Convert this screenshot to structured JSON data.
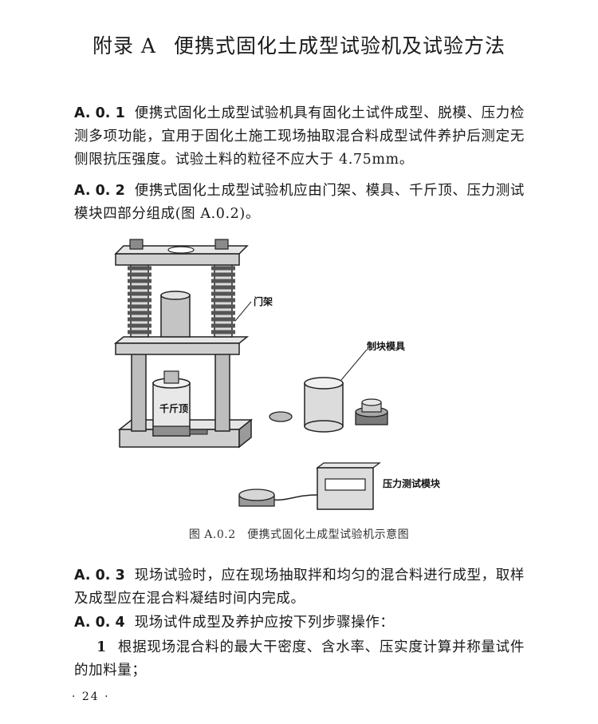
{
  "title": {
    "appendix": "附录 A",
    "text": "便携式固化土成型试验机及试验方法"
  },
  "clauses": [
    {
      "num": "A. 0. 1",
      "text": "便携式固化土成型试验机具有固化土试件成型、脱模、压力检测多项功能，宜用于固化土施工现场抽取混合料成型试件养护后测定无侧限抗压强度。试验土料的粒径不应大于 4.75mm。"
    },
    {
      "num": "A. 0. 2",
      "text": "便携式固化土成型试验机应由门架、模具、千斤顶、压力测试模块四部分组成(图 A.0.2)。"
    },
    {
      "num": "A. 0. 3",
      "text": "现场试验时，应在现场抽取拌和均匀的混合料进行成型，取样及成型应在混合料凝结时间内完成。"
    },
    {
      "num": "A. 0. 4",
      "text": "现场试件成型及养护应按下列步骤操作："
    }
  ],
  "step1": {
    "num": "1",
    "text": "根据现场混合料的最大干密度、含水率、压实度计算并称量试件的加料量；"
  },
  "figure": {
    "labels": {
      "frame": "门架",
      "jack": "千斤顶",
      "mold": "制块模具",
      "pressure_module": "压力测试模块"
    },
    "caption": "图 A.0.2　便携式固化土成型试验机示意图"
  },
  "page_number": "· 24 ·"
}
